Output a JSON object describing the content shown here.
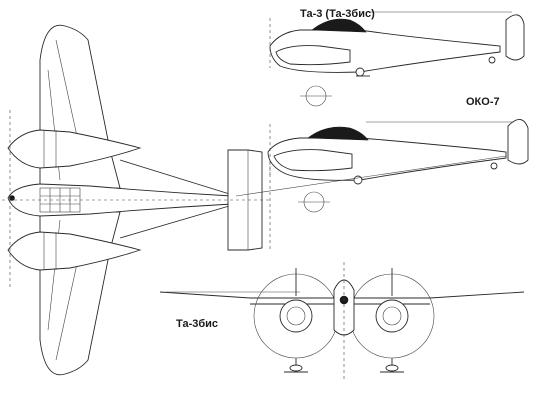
{
  "labels": {
    "top_view_variant": "Та-3 (Та-3бис)",
    "mid_view_variant": "ОКО-7",
    "front_view_variant": "Та-3бис"
  },
  "colors": {
    "line": "#2a2a2a",
    "background": "#ffffff"
  }
}
